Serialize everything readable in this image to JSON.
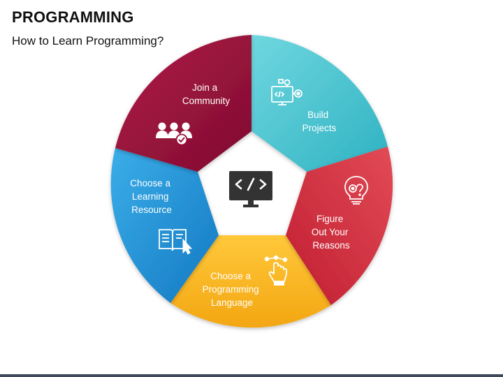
{
  "title": "PROGRAMMING",
  "subtitle": "How to Learn Programming?",
  "colors": {
    "teal": "#46c3cf",
    "red": "#d6303f",
    "yellow": "#f8b21c",
    "blue": "#1d8fd6",
    "maroon": "#97123a",
    "center_icon": "#333333"
  },
  "center": {
    "icon": "code-monitor-icon"
  },
  "segments": [
    {
      "id": "build",
      "lines": [
        "Build",
        "Projects"
      ],
      "icon": "code-workflow-icon",
      "color": "#46c3cf"
    },
    {
      "id": "figure",
      "lines": [
        "Figure",
        "Out Your",
        "Reasons"
      ],
      "icon": "lightbulb-gear-icon",
      "color": "#d6303f"
    },
    {
      "id": "language",
      "lines": [
        "Choose a",
        "Programming",
        "Language"
      ],
      "icon": "touch-hand-icon",
      "color": "#f8b21c"
    },
    {
      "id": "resource",
      "lines": [
        "Choose a",
        "Learning",
        "Resource"
      ],
      "icon": "open-book-icon",
      "color": "#1d8fd6"
    },
    {
      "id": "community",
      "lines": [
        "Join a",
        "Community"
      ],
      "icon": "community-icon",
      "color": "#97123a"
    }
  ]
}
